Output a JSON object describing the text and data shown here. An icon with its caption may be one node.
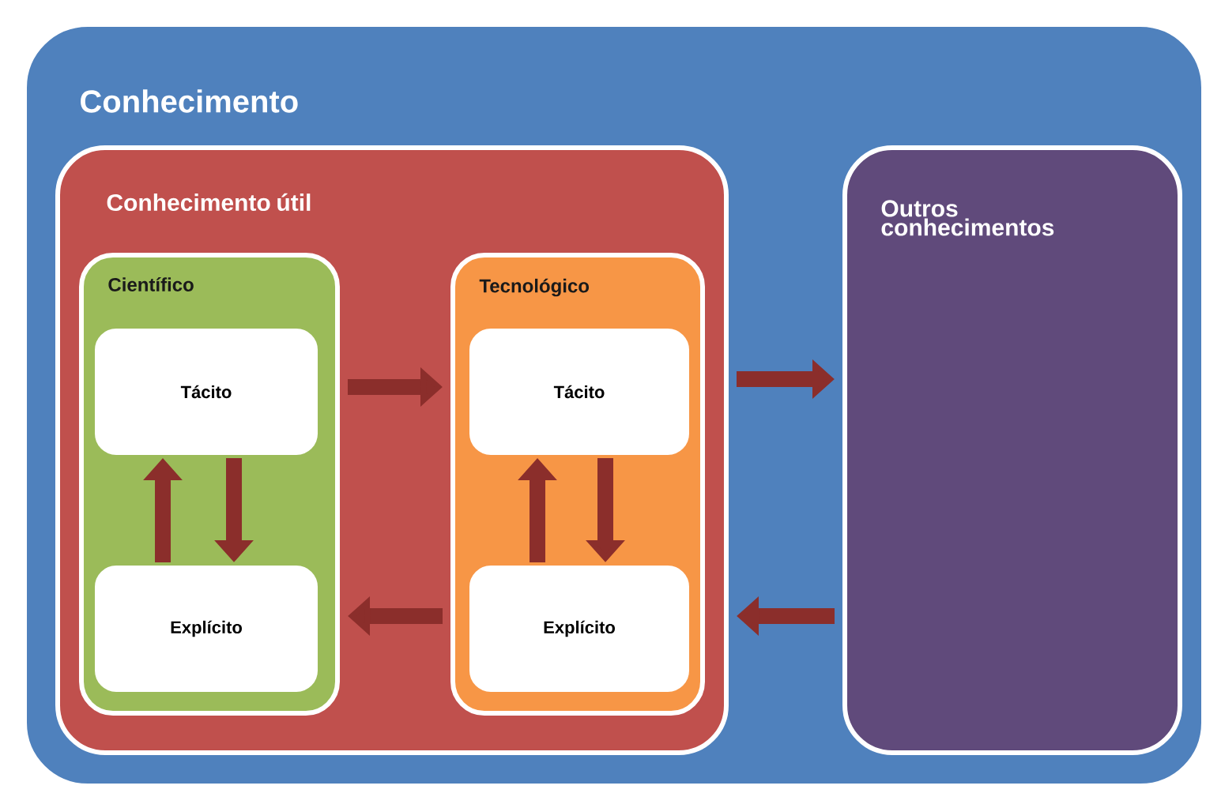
{
  "diagram": {
    "nodes": [
      {
        "text": [
          "Conhecimento"
        ]
      },
      {
        "text": [
          "Conhecimento útil"
        ],
        "in": 0
      },
      {
        "text": [
          "Científico"
        ],
        "in": 1
      },
      {
        "text": [
          "Tácito"
        ],
        "in": 2
      },
      {
        "text": [
          "Explícito"
        ],
        "in": 2
      },
      {
        "text": [
          "Tecnológico"
        ],
        "in": 1
      },
      {
        "text": [
          "Tácito"
        ],
        "in": 5
      },
      {
        "text": [
          "Explícito"
        ],
        "in": 5
      },
      {
        "text": [
          "Outros conhecimentos"
        ],
        "in": 0
      }
    ],
    "edges": [
      {
        "from": 4,
        "to": 3,
        "arrow": "to"
      },
      {
        "from": 3,
        "to": 4,
        "arrow": "to"
      },
      {
        "from": 7,
        "to": 6,
        "arrow": "to"
      },
      {
        "from": 6,
        "to": 7,
        "arrow": "to"
      },
      {
        "from": 2,
        "to": 5,
        "arrow": "to"
      },
      {
        "from": 5,
        "to": 2,
        "arrow": "to"
      },
      {
        "from": 1,
        "to": 8,
        "arrow": "to"
      },
      {
        "from": 8,
        "to": 1,
        "arrow": "to"
      }
    ]
  }
}
